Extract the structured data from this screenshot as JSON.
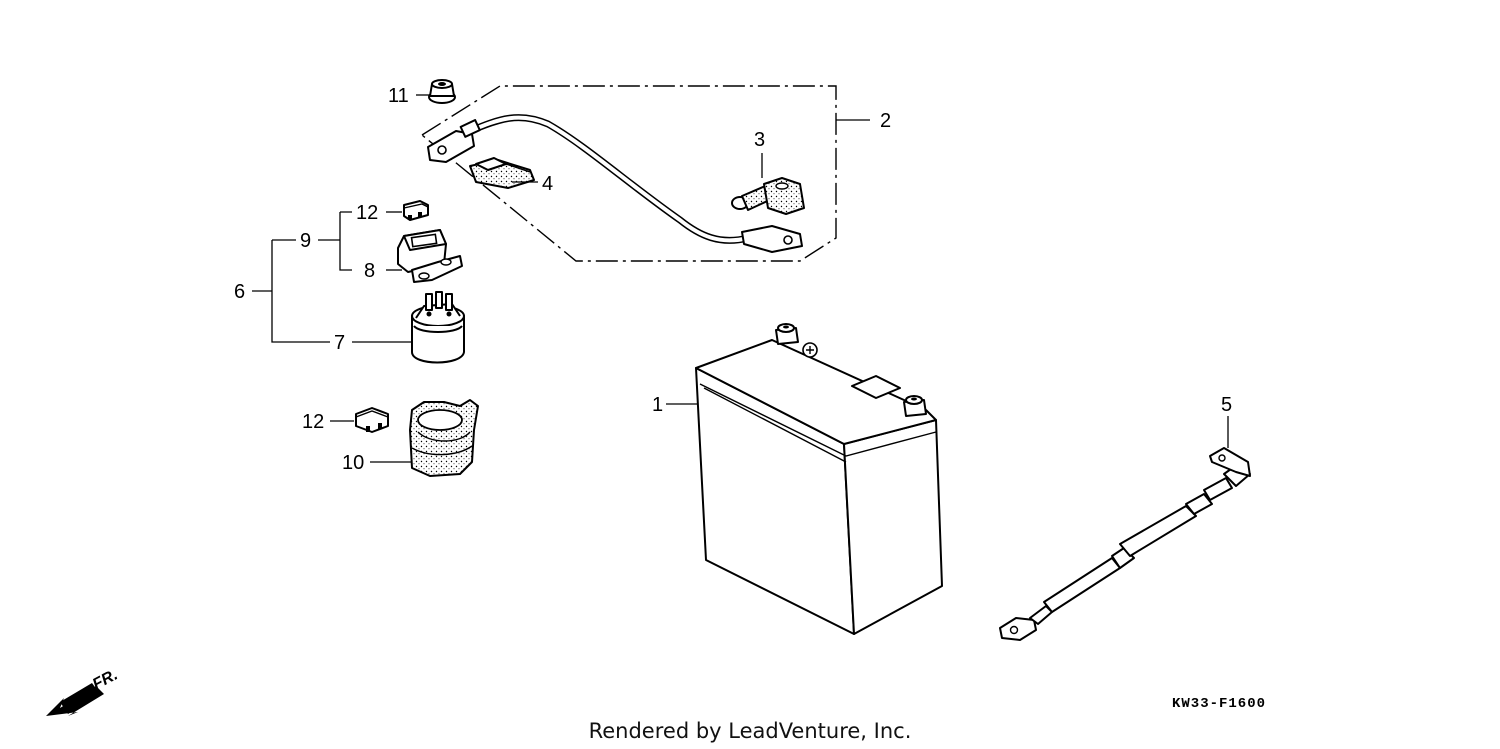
{
  "callouts": {
    "c1": "1",
    "c2": "2",
    "c3": "3",
    "c4": "4",
    "c5": "5",
    "c6": "6",
    "c7": "7",
    "c8": "8",
    "c9": "9",
    "c10": "10",
    "c11": "11",
    "c12a": "12",
    "c12b": "12"
  },
  "direction_label": "FR.",
  "diagram_code": "KW33-F1600",
  "credit": "Rendered by LeadVenture, Inc."
}
